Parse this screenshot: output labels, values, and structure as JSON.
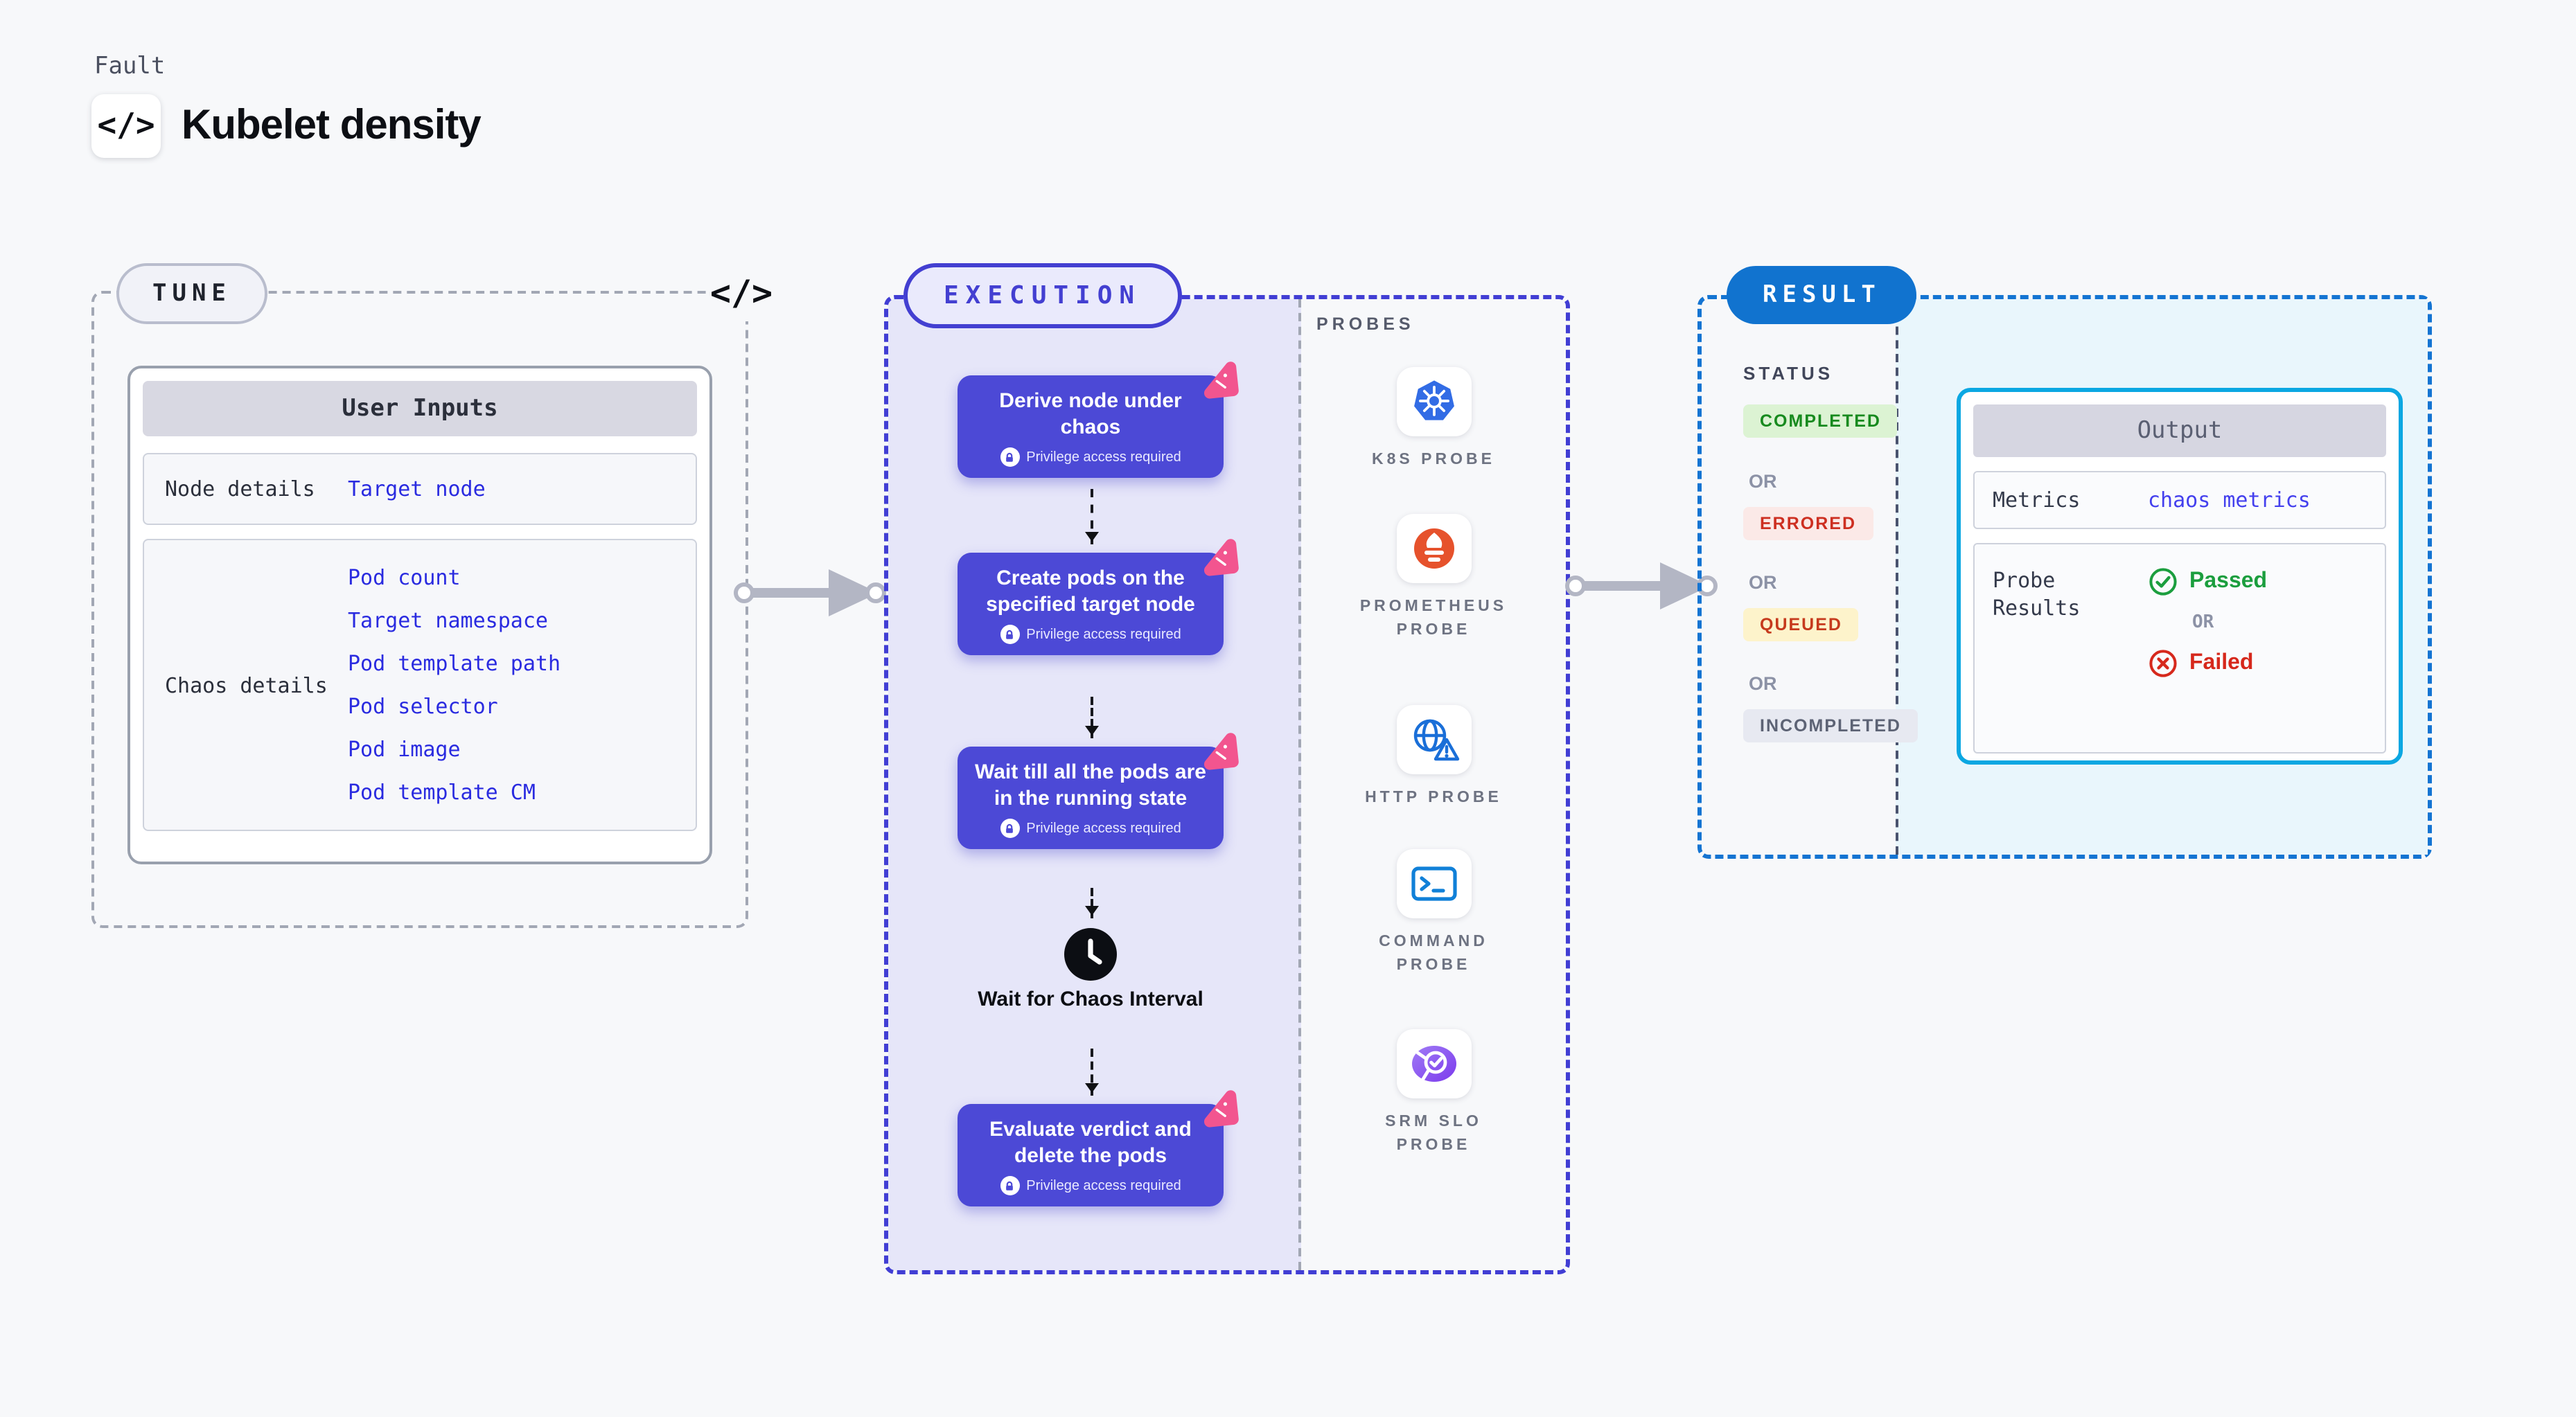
{
  "page": {
    "eyebrow": "Fault",
    "title": "Kubelet density"
  },
  "icons": {
    "code": "</>"
  },
  "tune": {
    "pill": "TUNE",
    "table": {
      "header": "User Inputs",
      "rows": [
        {
          "label": "Node details",
          "values": [
            "Target node"
          ]
        },
        {
          "label": "Chaos details",
          "values": [
            "Pod count",
            "Target namespace",
            "Pod template path",
            "Pod selector",
            "Pod image",
            "Pod template CM"
          ]
        }
      ]
    }
  },
  "execution": {
    "pill": "EXECUTION",
    "privilege_note": "Privilege access required",
    "steps": [
      "Derive node under chaos",
      "Create pods on the specified target node",
      "Wait till all the pods are in the running state",
      "Evaluate verdict and delete the pods"
    ],
    "wait_label": "Wait for Chaos Interval"
  },
  "probes": {
    "title": "PROBES",
    "items": [
      "K8S PROBE",
      "PROMETHEUS PROBE",
      "HTTP PROBE",
      "COMMAND PROBE",
      "SRM SLO PROBE"
    ]
  },
  "result": {
    "pill": "RESULT",
    "status_title": "STATUS",
    "or": "OR",
    "statuses": [
      "COMPLETED",
      "ERRORED",
      "QUEUED",
      "INCOMPLETED"
    ],
    "output": {
      "header": "Output",
      "metrics_label": "Metrics",
      "metrics_value": "chaos metrics",
      "probe_results_label": "Probe Results",
      "passed": "Passed",
      "failed": "Failed"
    }
  },
  "colors": {
    "page_bg": "#f7f8fa",
    "execution_fill": "#e6e6f9",
    "execution_dash": "#413ed4",
    "step_card": "#4c49d6",
    "litmus_pink": "#f2558f",
    "tune_dash": "#a2a7b4",
    "result_dash": "#1474d2",
    "result_pill": "#1173cf",
    "result_cyan": "#e9f6fc",
    "output_border": "#0ba7e2",
    "link_blue": "#2a2be0",
    "completed_green": "#178a1e",
    "errored_red": "#cd2f21",
    "queued_amber_bg": "#fdf3cb",
    "passed_green": "#1b9e3e",
    "failed_red": "#d6281c",
    "k8s_blue": "#326ce5",
    "prometheus_orange": "#e6522c",
    "srm_purple": "#7c3aed"
  }
}
